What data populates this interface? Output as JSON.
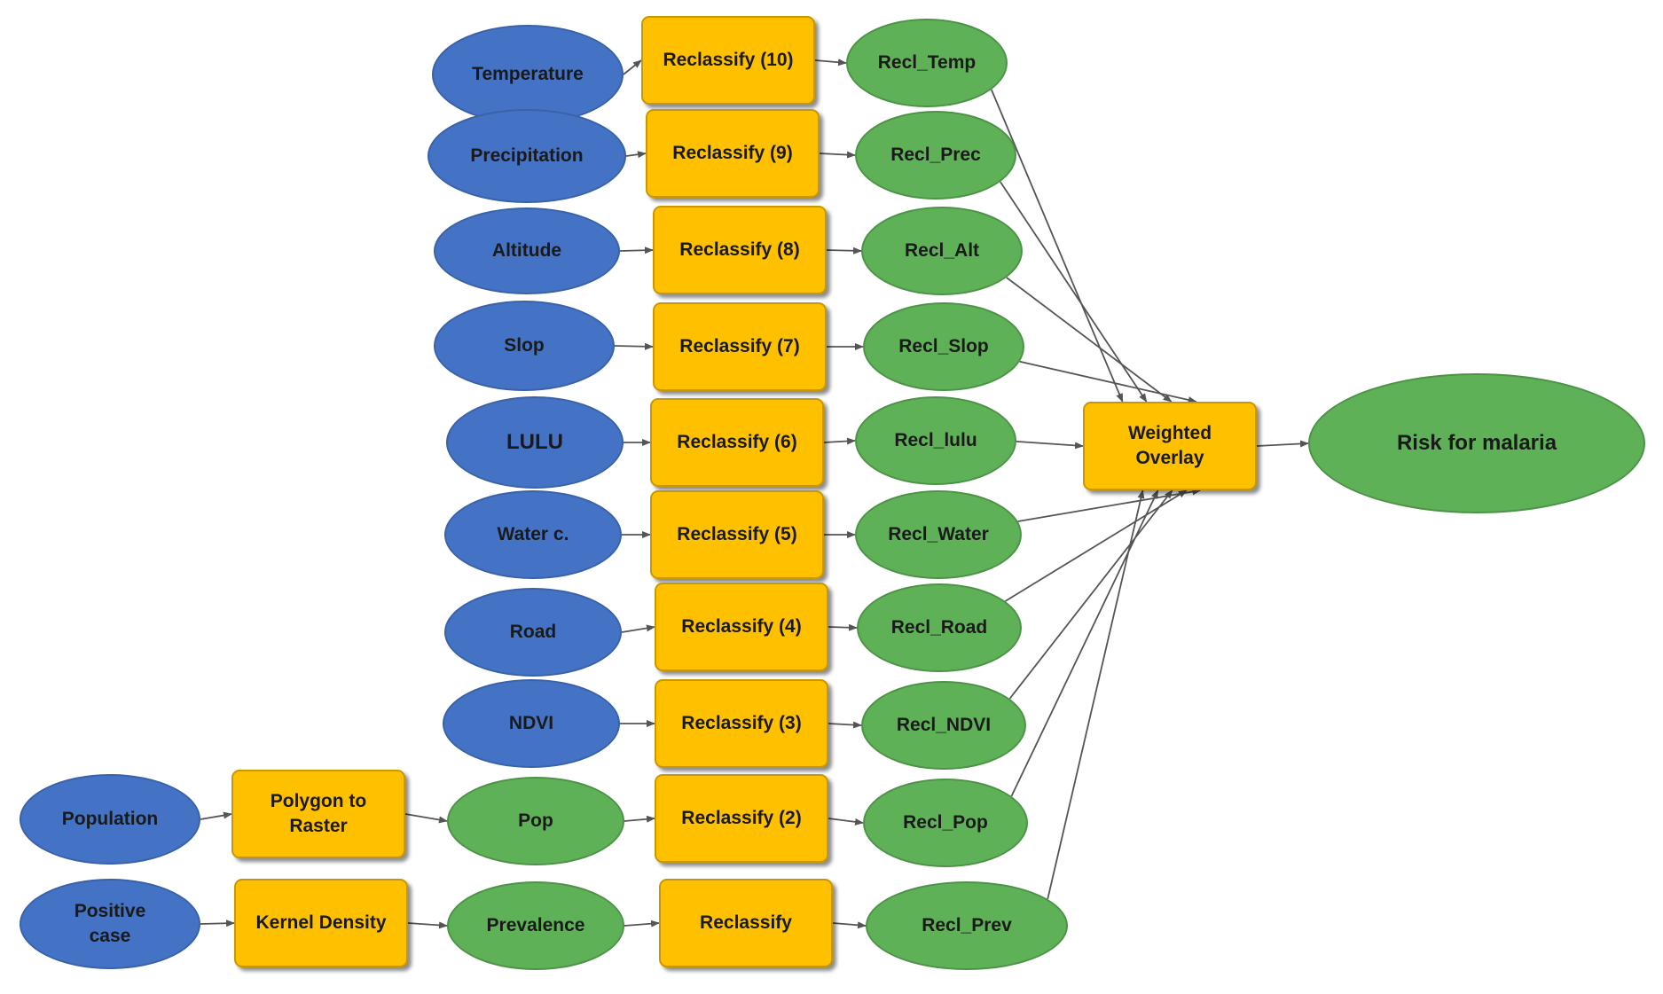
{
  "colors": {
    "input": "#4472c4",
    "tool": "#ffc000",
    "output": "#5fb157",
    "edge": "#555555"
  },
  "nodes": {
    "temperature": "Temperature",
    "precipitation": "Precipitation",
    "altitude": "Altitude",
    "slop": "Slop",
    "lulu": "LULU",
    "water": "Water c.",
    "road": "Road",
    "ndvi": "NDVI",
    "population": "Population",
    "positive_case": "Positive\ncase",
    "reclassify_10": "Reclassify (10)",
    "reclassify_9": "Reclassify (9)",
    "reclassify_8": "Reclassify (8)",
    "reclassify_7": "Reclassify (7)",
    "reclassify_6": "Reclassify (6)",
    "reclassify_5": "Reclassify (5)",
    "reclassify_4": "Reclassify (4)",
    "reclassify_3": "Reclassify (3)",
    "reclassify_2": "Reclassify (2)",
    "reclassify": "Reclassify",
    "polygon_to_raster": "Polygon to\nRaster",
    "kernel_density": "Kernel Density",
    "pop": "Pop",
    "prevalence": "Prevalence",
    "recl_temp": "Recl_Temp",
    "recl_prec": "Recl_Prec",
    "recl_alt": "Recl_Alt",
    "recl_slop": "Recl_Slop",
    "recl_lulu": "Recl_lulu",
    "recl_water": "Recl_Water",
    "recl_road": "Recl_Road",
    "recl_ndvi": "Recl_NDVI",
    "recl_pop": "Recl_Pop",
    "recl_prev": "Recl_Prev",
    "weighted_overlay": "Weighted\nOverlay",
    "risk": "Risk for malaria"
  },
  "edges": [
    [
      "temperature",
      "reclassify_10"
    ],
    [
      "reclassify_10",
      "recl_temp"
    ],
    [
      "recl_temp",
      "weighted_overlay"
    ],
    [
      "precipitation",
      "reclassify_9"
    ],
    [
      "reclassify_9",
      "recl_prec"
    ],
    [
      "recl_prec",
      "weighted_overlay"
    ],
    [
      "altitude",
      "reclassify_8"
    ],
    [
      "reclassify_8",
      "recl_alt"
    ],
    [
      "recl_alt",
      "weighted_overlay"
    ],
    [
      "slop",
      "reclassify_7"
    ],
    [
      "reclassify_7",
      "recl_slop"
    ],
    [
      "recl_slop",
      "weighted_overlay"
    ],
    [
      "lulu",
      "reclassify_6"
    ],
    [
      "reclassify_6",
      "recl_lulu"
    ],
    [
      "recl_lulu",
      "weighted_overlay"
    ],
    [
      "water",
      "reclassify_5"
    ],
    [
      "reclassify_5",
      "recl_water"
    ],
    [
      "recl_water",
      "weighted_overlay"
    ],
    [
      "road",
      "reclassify_4"
    ],
    [
      "reclassify_4",
      "recl_road"
    ],
    [
      "recl_road",
      "weighted_overlay"
    ],
    [
      "ndvi",
      "reclassify_3"
    ],
    [
      "reclassify_3",
      "recl_ndvi"
    ],
    [
      "recl_ndvi",
      "weighted_overlay"
    ],
    [
      "population",
      "polygon_to_raster"
    ],
    [
      "polygon_to_raster",
      "pop"
    ],
    [
      "pop",
      "reclassify_2"
    ],
    [
      "reclassify_2",
      "recl_pop"
    ],
    [
      "recl_pop",
      "weighted_overlay"
    ],
    [
      "positive_case",
      "kernel_density"
    ],
    [
      "kernel_density",
      "prevalence"
    ],
    [
      "prevalence",
      "reclassify"
    ],
    [
      "reclassify",
      "recl_prev"
    ],
    [
      "recl_prev",
      "weighted_overlay"
    ],
    [
      "weighted_overlay",
      "risk"
    ]
  ]
}
